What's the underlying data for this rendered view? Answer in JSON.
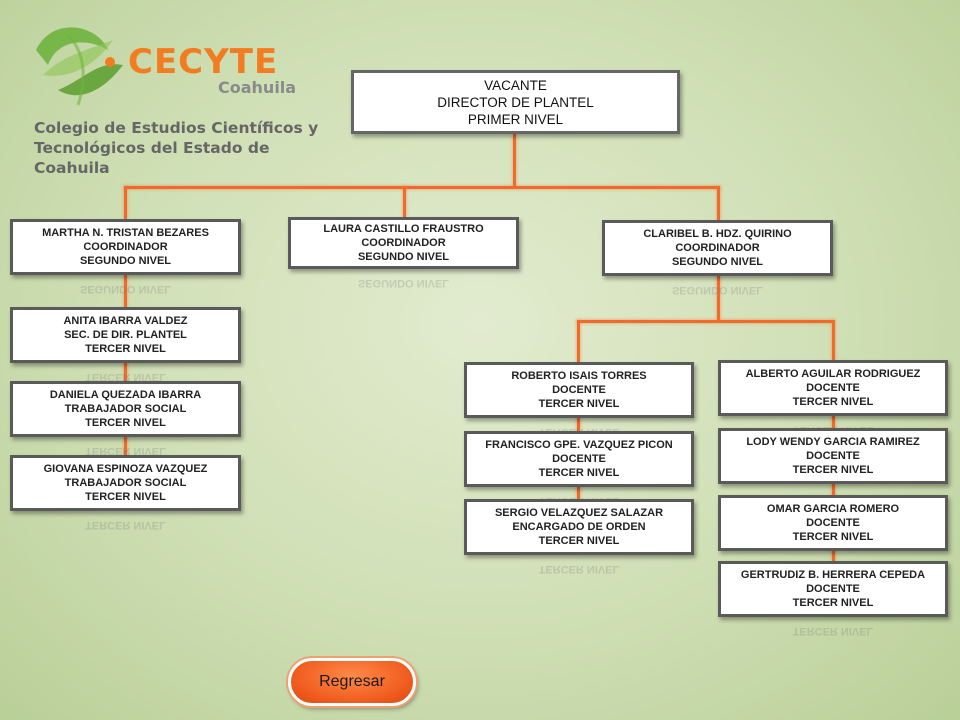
{
  "logo": {
    "name": "CECYTE",
    "region": "Coahuila",
    "description": [
      "Colegio de Estudios Científicos y",
      "Tecnológicos del Estado de Coahuila"
    ]
  },
  "nodes": [
    {
      "id": "director",
      "lines": [
        "VACANTE",
        "DIRECTOR DE PLANTEL",
        "PRIMER NIVEL"
      ]
    },
    {
      "id": "coord-1",
      "lines": [
        "MARTHA N. TRISTAN BEZARES",
        "COORDINADOR",
        "SEGUNDO NIVEL"
      ],
      "reflection": "SEGUNDO NIVEL"
    },
    {
      "id": "coord-2",
      "lines": [
        "LAURA CASTILLO FRAUSTRO",
        "COORDINADOR",
        "SEGUNDO NIVEL"
      ],
      "reflection": "SEGUNDO NIVEL"
    },
    {
      "id": "coord-3",
      "lines": [
        "CLARIBEL B. HDZ. QUIRINO",
        "COORDINADOR",
        "SEGUNDO NIVEL"
      ],
      "reflection": "SEGUNDO NIVEL"
    },
    {
      "id": "staff-1",
      "lines": [
        "ANITA IBARRA VALDEZ",
        "SEC. DE DIR. PLANTEL",
        "TERCER NIVEL"
      ],
      "reflection": "TERCER NIVEL"
    },
    {
      "id": "staff-2",
      "lines": [
        "DANIELA QUEZADA IBARRA",
        "TRABAJADOR SOCIAL",
        "TERCER NIVEL"
      ],
      "reflection": "TERCER NIVEL"
    },
    {
      "id": "staff-3",
      "lines": [
        "GIOVANA ESPINOZA VAZQUEZ",
        "TRABAJADOR SOCIAL",
        "TERCER NIVEL"
      ],
      "reflection": "TERCER NIVEL"
    },
    {
      "id": "teacher-1",
      "lines": [
        "ROBERTO ISAIS TORRES",
        "DOCENTE",
        "TERCER NIVEL"
      ],
      "reflection": "TERCER NIVEL"
    },
    {
      "id": "teacher-2",
      "lines": [
        "FRANCISCO GPE. VAZQUEZ PICON",
        "DOCENTE",
        "TERCER NIVEL"
      ],
      "reflection": "TERCER NIVEL"
    },
    {
      "id": "order-1",
      "lines": [
        "SERGIO VELAZQUEZ SALAZAR",
        "ENCARGADO DE ORDEN",
        "TERCER NIVEL"
      ],
      "reflection": "TERCER NIVEL"
    },
    {
      "id": "teacher-3",
      "lines": [
        "ALBERTO AGUILAR RODRIGUEZ",
        "DOCENTE",
        "TERCER NIVEL"
      ],
      "reflection": "TERCER NIVEL"
    },
    {
      "id": "teacher-4",
      "lines": [
        "LODY WENDY GARCIA RAMIREZ",
        "DOCENTE",
        "TERCER NIVEL"
      ],
      "reflection": "TERCER NIVEL"
    },
    {
      "id": "teacher-5",
      "lines": [
        "OMAR GARCIA ROMERO",
        "DOCENTE",
        "TERCER NIVEL"
      ],
      "reflection": "TERCER NIVEL"
    },
    {
      "id": "teacher-6",
      "lines": [
        "GERTRUDIZ B. HERRERA CEPEDA",
        "DOCENTE",
        "TERCER NIVEL"
      ],
      "reflection": "TERCER NIVEL"
    }
  ],
  "back_button": {
    "label": "Regresar"
  },
  "colors": {
    "connector": "#f06a2c",
    "brand_orange": "#f47c20",
    "brand_green": "#6fb43f"
  }
}
